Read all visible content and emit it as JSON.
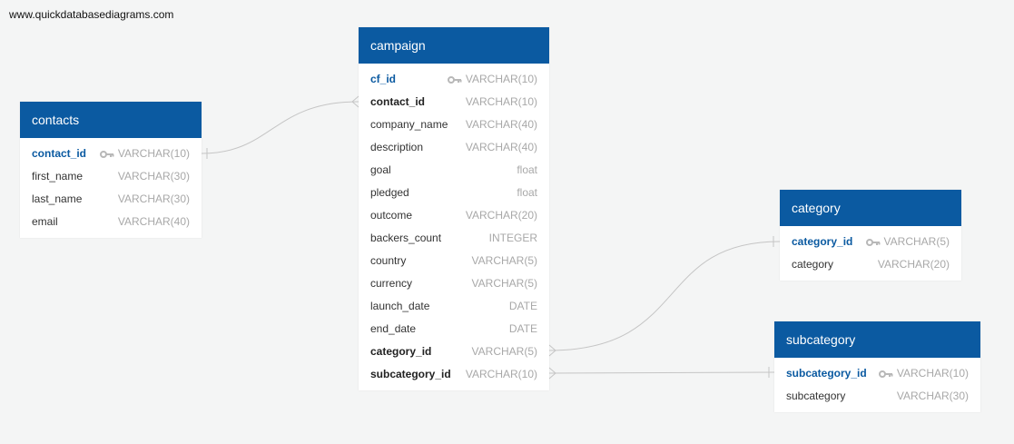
{
  "watermark": "www.quickdatabasediagrams.com",
  "colors": {
    "header": "#0b5aa1",
    "pk_text": "#0b5aa1",
    "type_text": "#a8a8a8",
    "line": "#c5c5c5",
    "background": "#f4f5f5"
  },
  "tables": {
    "contacts": {
      "title": "contacts",
      "rows": [
        {
          "name": "contact_id",
          "type": "VARCHAR(10)",
          "key": "pk"
        },
        {
          "name": "first_name",
          "type": "VARCHAR(30)",
          "key": ""
        },
        {
          "name": "last_name",
          "type": "VARCHAR(30)",
          "key": ""
        },
        {
          "name": "email",
          "type": "VARCHAR(40)",
          "key": ""
        }
      ]
    },
    "campaign": {
      "title": "campaign",
      "rows": [
        {
          "name": "cf_id",
          "type": "VARCHAR(10)",
          "key": "pk"
        },
        {
          "name": "contact_id",
          "type": "VARCHAR(10)",
          "key": "fk"
        },
        {
          "name": "company_name",
          "type": "VARCHAR(40)",
          "key": ""
        },
        {
          "name": "description",
          "type": "VARCHAR(40)",
          "key": ""
        },
        {
          "name": "goal",
          "type": "float",
          "key": ""
        },
        {
          "name": "pledged",
          "type": "float",
          "key": ""
        },
        {
          "name": "outcome",
          "type": "VARCHAR(20)",
          "key": ""
        },
        {
          "name": "backers_count",
          "type": "INTEGER",
          "key": ""
        },
        {
          "name": "country",
          "type": "VARCHAR(5)",
          "key": ""
        },
        {
          "name": "currency",
          "type": "VARCHAR(5)",
          "key": ""
        },
        {
          "name": "launch_date",
          "type": "DATE",
          "key": ""
        },
        {
          "name": "end_date",
          "type": "DATE",
          "key": ""
        },
        {
          "name": "category_id",
          "type": "VARCHAR(5)",
          "key": "fk"
        },
        {
          "name": "subcategory_id",
          "type": "VARCHAR(10)",
          "key": "fk"
        }
      ]
    },
    "category": {
      "title": "category",
      "rows": [
        {
          "name": "category_id",
          "type": "VARCHAR(5)",
          "key": "pk"
        },
        {
          "name": "category",
          "type": "VARCHAR(20)",
          "key": ""
        }
      ]
    },
    "subcategory": {
      "title": "subcategory",
      "rows": [
        {
          "name": "subcategory_id",
          "type": "VARCHAR(10)",
          "key": "pk"
        },
        {
          "name": "subcategory",
          "type": "VARCHAR(30)",
          "key": ""
        }
      ]
    }
  },
  "relationships": [
    {
      "from_table": "campaign",
      "from_column": "contact_id",
      "to_table": "contacts",
      "to_column": "contact_id"
    },
    {
      "from_table": "campaign",
      "from_column": "category_id",
      "to_table": "category",
      "to_column": "category_id"
    },
    {
      "from_table": "campaign",
      "from_column": "subcategory_id",
      "to_table": "subcategory",
      "to_column": "subcategory_id"
    }
  ]
}
